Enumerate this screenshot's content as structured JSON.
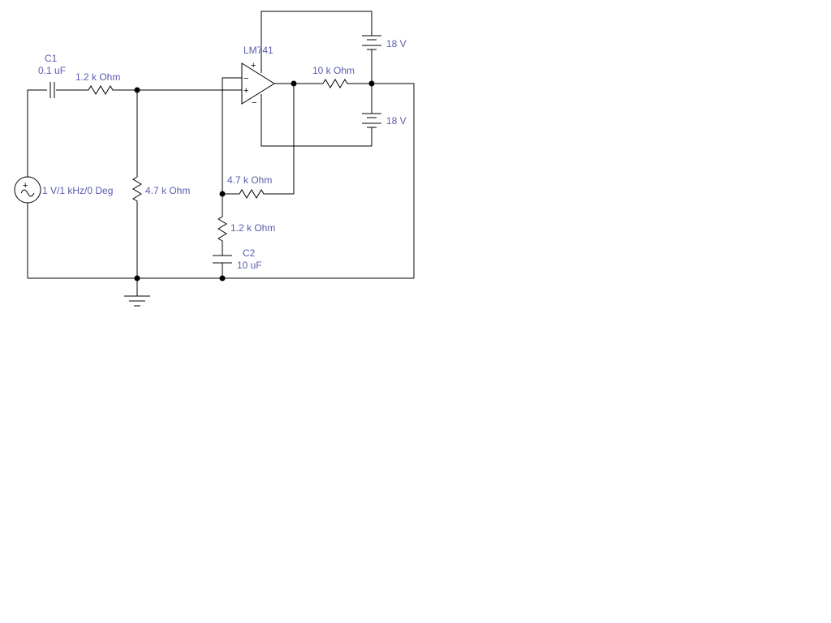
{
  "colors": {
    "wire": "#000000",
    "label": "#5a5ab0",
    "background": "#ffffff"
  },
  "components": {
    "c1": {
      "name": "C1",
      "value": "0.1 uF"
    },
    "r_input": {
      "value": "1.2 k Ohm"
    },
    "source": {
      "value": "1 V/1 kHz/0 Deg"
    },
    "r_shunt": {
      "value": "4.7 k Ohm"
    },
    "opamp": {
      "name": "LM741"
    },
    "r_output": {
      "value": "10 k Ohm"
    },
    "battery_top": {
      "value": "18 V"
    },
    "battery_bottom": {
      "value": "18 V"
    },
    "r_feedback": {
      "value": "4.7 k Ohm"
    },
    "r_gain": {
      "value": "1.2 k Ohm"
    },
    "c2": {
      "name": "C2",
      "value": "10 uF"
    }
  },
  "opamp_pins": {
    "top_plus": "+",
    "minus": "−",
    "plus": "+",
    "bottom_minus": "−"
  },
  "source_sign": "+"
}
